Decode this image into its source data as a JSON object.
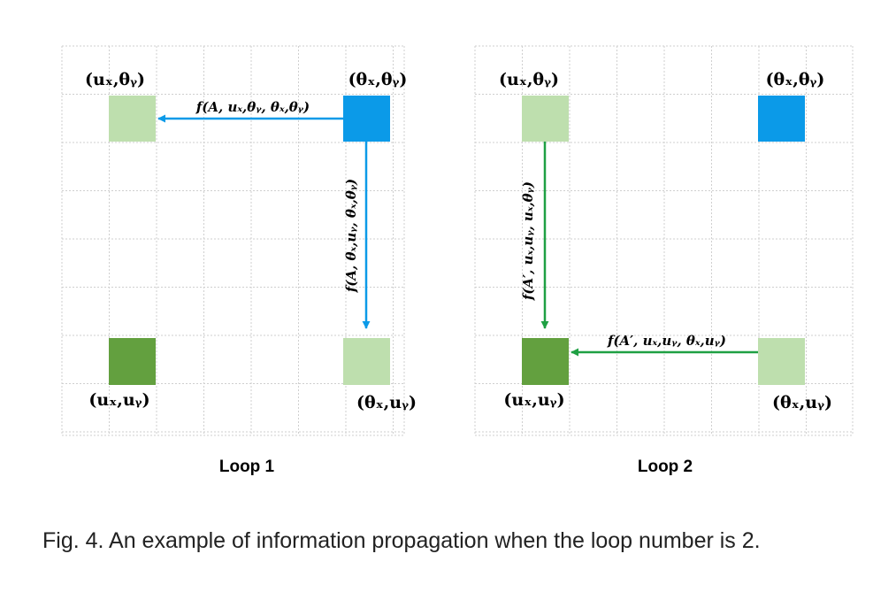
{
  "colors": {
    "blue": "#0B9AE8",
    "dark_green": "#63A03F",
    "light_green": "#BEDFAE",
    "arrow_green": "#1FA043",
    "grid": "#cfcfcf"
  },
  "panels": [
    {
      "id": "loop-1",
      "title": "Loop 1",
      "corners": {
        "top_left": "(uₓ,θᵧ)",
        "top_right": "(θₓ,θᵧ)",
        "bottom_left": "(uₓ,uᵧ)",
        "bottom_right": "(θₓ,uᵧ)"
      },
      "arrows": [
        {
          "label": "f(A, uₓ,θᵧ, θₓ,θᵧ)"
        },
        {
          "label": "f(A, θₓ,uᵧ, θₓ,θᵧ)"
        }
      ]
    },
    {
      "id": "loop-2",
      "title": "Loop 2",
      "corners": {
        "top_left": "(uₓ,θᵧ)",
        "top_right": "(θₓ,θᵧ)",
        "bottom_left": "(uₓ,uᵧ)",
        "bottom_right": "(θₓ,uᵧ)"
      },
      "arrows": [
        {
          "label": "f(A′, uₓ,uᵧ, uₓ,θᵧ)"
        },
        {
          "label": "f(A′, uₓ,uᵧ, θₓ,uᵧ)"
        }
      ]
    }
  ],
  "caption": "Fig. 4. An example of information propagation when the loop number is 2."
}
